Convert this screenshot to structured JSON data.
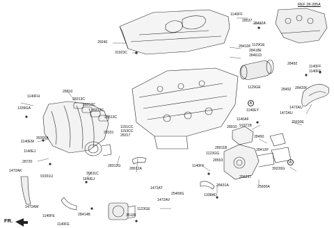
{
  "diagram": {
    "ref_label": "REF 28-285A",
    "fr_label": "FR.",
    "circle_marker": "A",
    "part_labels": [
      "29240",
      "31923C",
      "1140FF",
      "28537",
      "28492A",
      "1129GE",
      "28410F",
      "28418E",
      "28461D",
      "28492",
      "1140FF",
      "1140FF",
      "1129GE",
      "28492",
      "28420F",
      "1472AU",
      "1472AU",
      "25630E",
      "28310",
      "1140FH",
      "1339GA",
      "28313C",
      "28313C",
      "28313C",
      "28313C",
      "1151CC",
      "1153CC",
      "28317",
      "28331",
      "28312G",
      "28912A",
      "39300A",
      "1140EM",
      "1140EJ",
      "28720",
      "39611C",
      "1140EJ",
      "91931U",
      "1472AK",
      "1472AM",
      "28414B",
      "1140FE",
      "1140FE",
      "35100",
      "1123GE",
      "1472AT",
      "1472AV",
      "25469G",
      "1338AD",
      "28431A",
      "28910",
      "28911B",
      "1123GG",
      "28553",
      "1140FF",
      "1140EY",
      "1140AF",
      "91971B",
      "28450",
      "28412P",
      "39220G",
      "25623T",
      "25600A"
    ]
  }
}
